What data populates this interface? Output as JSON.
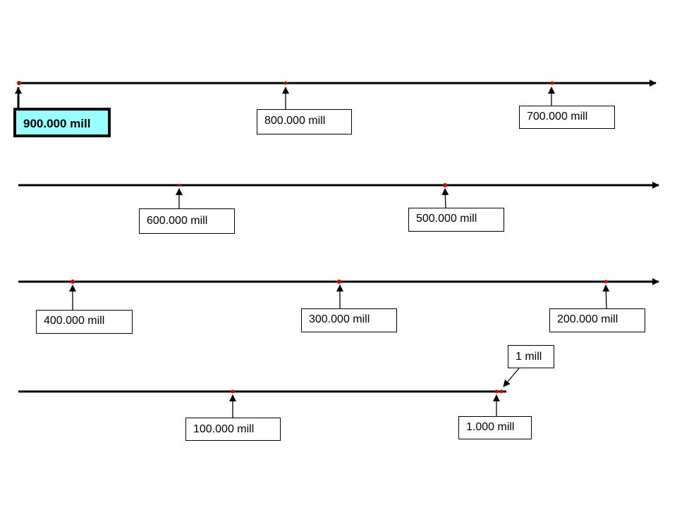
{
  "colors": {
    "line": "#000000",
    "dot": "#cc0000",
    "highlight_fill": "#99ffff"
  },
  "labels": [
    {
      "id": "m900",
      "text": "900.000 mill",
      "highlighted": true
    },
    {
      "id": "m800",
      "text": "800.000 mill"
    },
    {
      "id": "m700",
      "text": "700.000 mill"
    },
    {
      "id": "m600",
      "text": "600.000 mill"
    },
    {
      "id": "m500",
      "text": "500.000 mill"
    },
    {
      "id": "m400",
      "text": "400.000 mill"
    },
    {
      "id": "m300",
      "text": "300.000 mill"
    },
    {
      "id": "m200",
      "text": "200.000 mill"
    },
    {
      "id": "m100",
      "text": "100.000 mill"
    },
    {
      "id": "m1000",
      "text": "1.000 mill"
    },
    {
      "id": "m1",
      "text": "1 mill"
    }
  ]
}
